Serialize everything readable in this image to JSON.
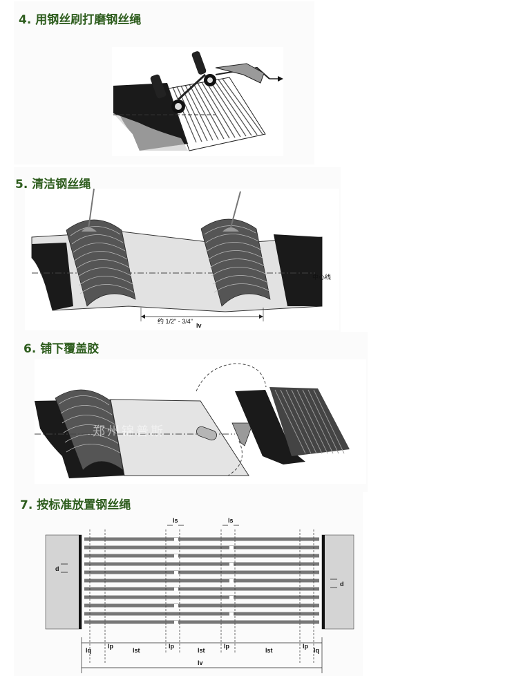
{
  "steps": [
    {
      "title": "4.  用钢丝刷打磨钢丝绳"
    },
    {
      "title": "5.  清洁钢丝绳"
    },
    {
      "title": "6.  铺下覆盖胶"
    },
    {
      "title": "7.  按标准放置钢丝绳"
    }
  ],
  "fig5": {
    "center_line_label": "中心线",
    "distance_label": "约   1/2\" - 3/4\"",
    "lv_label": "lv"
  },
  "fig6": {
    "watermark": "郑州锦普斯"
  },
  "fig7": {
    "ls_top_left": "ls",
    "ls_top_right": "ls",
    "d_left": "d",
    "d_right": "d",
    "dims_row1": [
      "lq",
      "lp",
      "lst",
      "lp",
      "lst",
      "lp",
      "lst",
      "lp",
      "lq"
    ],
    "lv": "lv"
  },
  "colors": {
    "heading": "#2e5d1e",
    "belt_dark": "#1a1a1a",
    "belt_light": "#d8d8d8"
  }
}
